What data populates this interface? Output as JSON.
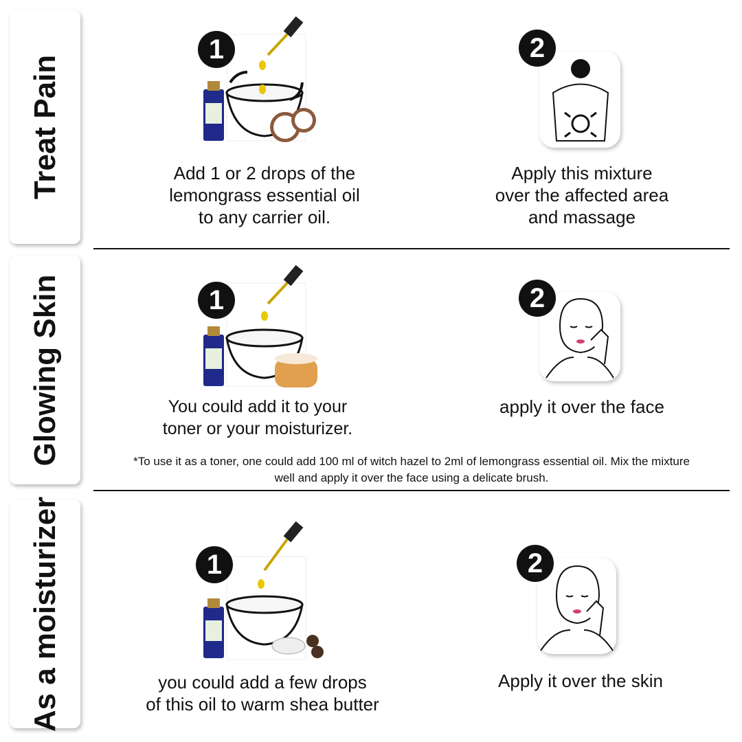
{
  "sections": [
    {
      "title": "Treat Pain",
      "step1": {
        "number": "1",
        "lines": [
          "Add 1 or 2 drops of the",
          "lemongrass essential oil",
          "to any carrier oil."
        ]
      },
      "step2": {
        "number": "2",
        "lines": [
          "Apply this mixture",
          "over the affected area",
          "and massage"
        ]
      }
    },
    {
      "title": "Glowing Skin",
      "step1": {
        "number": "1",
        "lines": [
          "You could add it to your",
          "toner or your moisturizer."
        ]
      },
      "step2": {
        "number": "2",
        "lines": [
          "apply it over the face"
        ]
      },
      "note": [
        "*To use it as a toner, one could add 100 ml of witch hazel to 2ml of lemongrass essential oil. Mix the mixture",
        "well and apply it over the face using a delicate brush."
      ]
    },
    {
      "title": "As a moisturizer",
      "step1": {
        "number": "1",
        "lines": [
          "you could add a few drops",
          "of this oil to warm shea butter"
        ]
      },
      "step2": {
        "number": "2",
        "lines": [
          "Apply it over the skin"
        ]
      }
    }
  ]
}
